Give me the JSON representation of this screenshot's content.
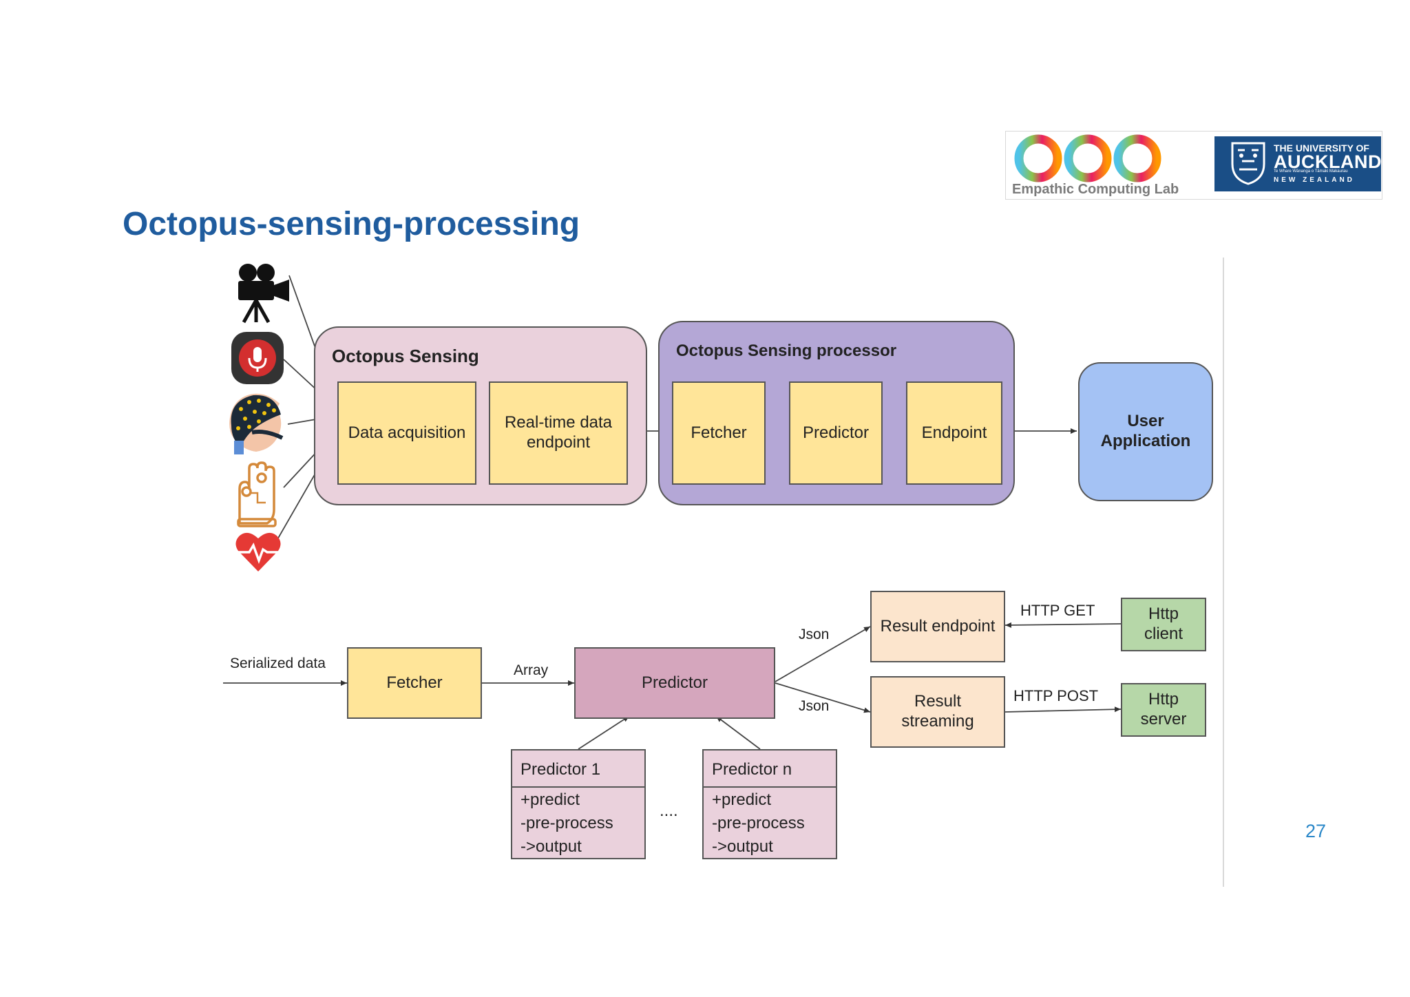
{
  "slide": {
    "title": "Octopus-sensing-processing",
    "page_number": "27"
  },
  "logos": {
    "lab_name": "Empathic Computing Lab",
    "university": {
      "line1": "THE UNIVERSITY OF",
      "line2": "AUCKLAND",
      "line3": "Te Whare Wānanga o Tāmaki Makaurau",
      "line4": "NEW ZEALAND"
    }
  },
  "sensor_icons": [
    "video-camera-icon",
    "microphone-icon",
    "eeg-cap-icon",
    "glove-sensor-icon",
    "heart-rate-icon"
  ],
  "colors": {
    "title": "#1f5c9e",
    "sensing_group": "#ead1dc",
    "processor_group": "#b4a7d6",
    "component": "#ffe599",
    "user_app": "#a4c2f4",
    "result": "#fce5cd",
    "http": "#b6d7a8",
    "predictor": "#d5a6bd"
  },
  "top_diagram": {
    "sensing_group_label": "Octopus Sensing",
    "processor_group_label": "Octopus Sensing processor",
    "data_acquisition": "Data acquisition",
    "realtime_line1": "Real-time data",
    "realtime_line2": "endpoint",
    "fetcher": "Fetcher",
    "predictor": "Predictor",
    "endpoint": "Endpoint",
    "user_app_line1": "User",
    "user_app_line2": "Application"
  },
  "bottom_diagram": {
    "serialized_data": "Serialized data",
    "fetcher": "Fetcher",
    "array": "Array",
    "predictor": "Predictor",
    "json_top": "Json",
    "json_bottom": "Json",
    "result_endpoint": "Result endpoint",
    "result_streaming_line1": "Result",
    "result_streaming_line2": "streaming",
    "http_get": "HTTP GET",
    "http_post": "HTTP POST",
    "http_client_line1": "Http",
    "http_client_line2": "client",
    "http_server_line1": "Http",
    "http_server_line2": "server",
    "ellipsis": "....",
    "predictor_1": {
      "name": "Predictor 1",
      "methods": [
        "+predict",
        "-pre-process",
        "->output"
      ]
    },
    "predictor_n": {
      "name": "Predictor n",
      "methods": [
        "+predict",
        "-pre-process",
        "->output"
      ]
    }
  }
}
